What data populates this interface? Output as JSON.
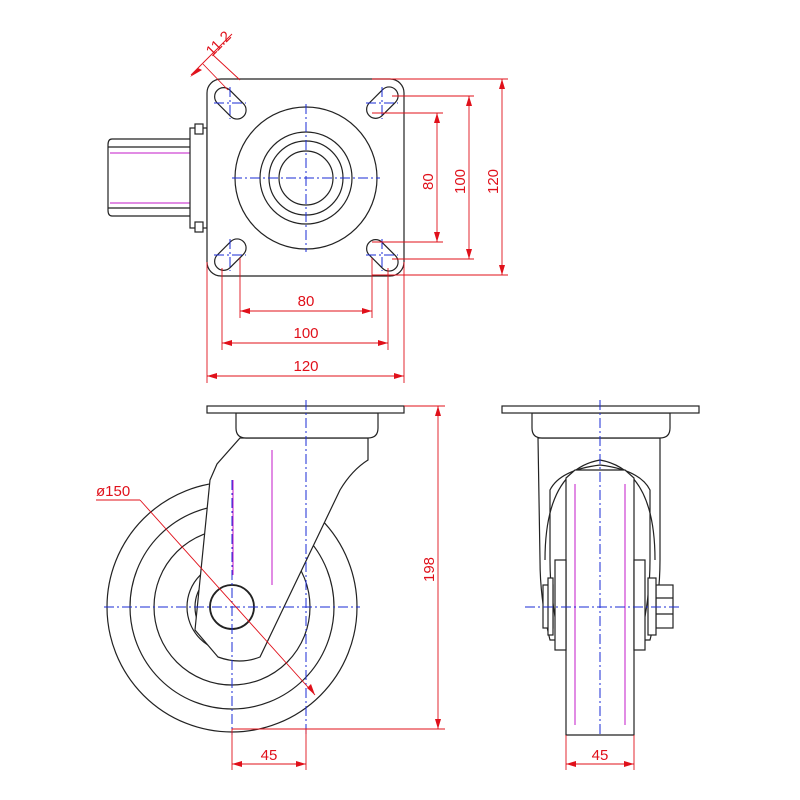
{
  "dimensions": {
    "slot_width": "11.2",
    "hole_spacing_vertical": "80",
    "hole_spacing_vertical_outer": "100",
    "plate_height": "120",
    "hole_spacing_horizontal": "80",
    "hole_spacing_horizontal_outer": "100",
    "plate_width": "120",
    "wheel_diameter": "ø150",
    "overall_height": "198",
    "offset": "45",
    "wheel_width": "45"
  },
  "colors": {
    "outline": "#222222",
    "dimension": "#e0101a",
    "centerline": "#1a2bd6",
    "hidden": "#c318c8"
  }
}
